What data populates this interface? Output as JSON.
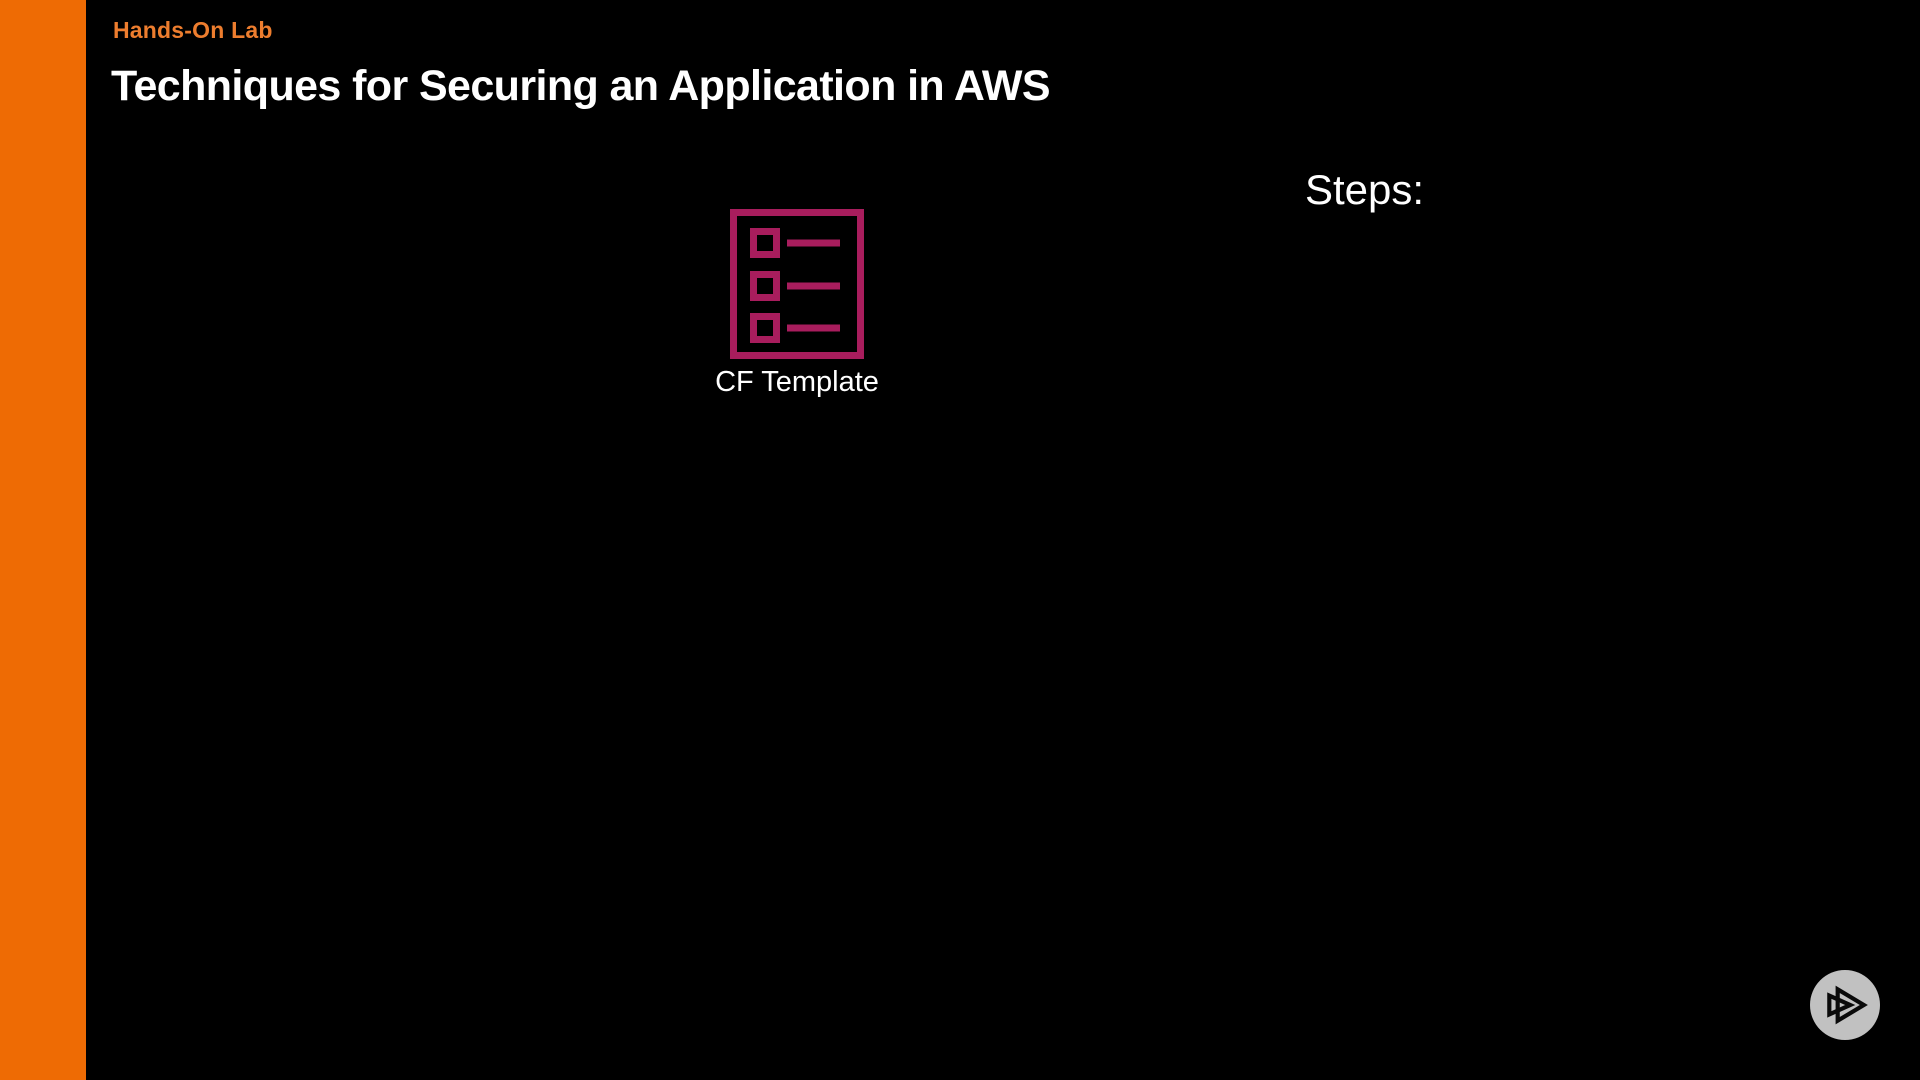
{
  "slide": {
    "eyebrow": "Hands-On Lab",
    "title": "Techniques for Securing an Application in AWS",
    "diagram": {
      "cf_template_label": "CF Template",
      "steps_heading": "Steps:"
    }
  },
  "icons": {
    "cf_template": "cloudformation-template-checklist-icon",
    "badge": "pluralsight-play-logo"
  },
  "colors": {
    "background": "#000000",
    "sidebar-orange": "#EE6B04",
    "eyebrow-orange": "#ED7D2E",
    "title-white": "#FFFFFF",
    "label-white": "#FFFFFF",
    "icon-pink": "#A81D5D",
    "badge-gray": "#C1C1C1",
    "badge-glyph-black": "#0A0A0A"
  }
}
